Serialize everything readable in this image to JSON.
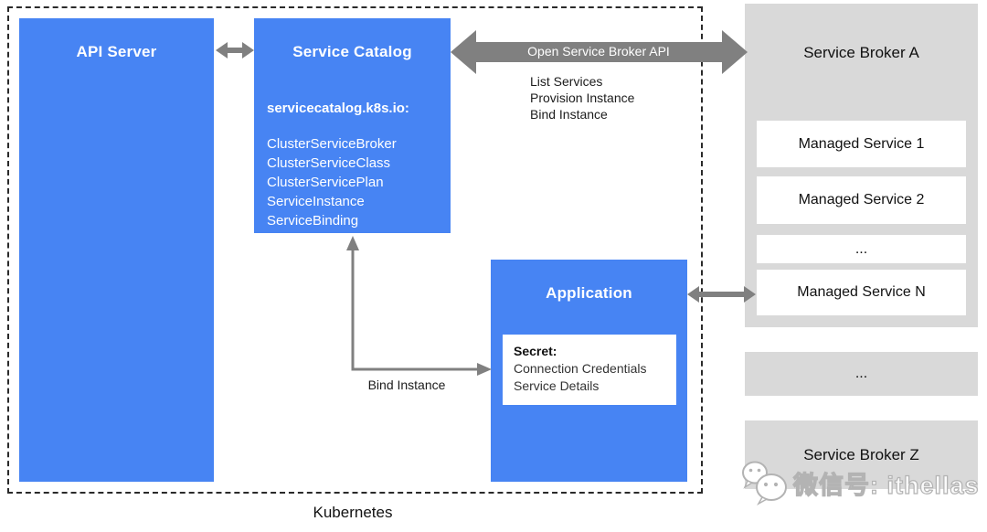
{
  "diagram": {
    "kubernetes_label": "Kubernetes",
    "api_server": {
      "title": "API Server"
    },
    "service_catalog": {
      "title": "Service Catalog",
      "api_group": "servicecatalog.k8s.io:",
      "resources": [
        "ClusterServiceBroker",
        "ClusterServiceClass",
        "ClusterServicePlan",
        "ServiceInstance",
        "ServiceBinding"
      ]
    },
    "application": {
      "title": "Application",
      "secret": {
        "title": "Secret:",
        "lines": [
          "Connection Credentials",
          "Service Details"
        ]
      }
    },
    "osb_arrow": {
      "label": "Open Service Broker API",
      "operations": [
        "List Services",
        "Provision Instance",
        "Bind Instance"
      ]
    },
    "bind_arrow_label": "Bind Instance",
    "broker_a": {
      "title": "Service Broker A",
      "services": [
        "Managed Service 1",
        "Managed Service 2",
        "...",
        "Managed Service N"
      ]
    },
    "broker_ellipsis": "...",
    "broker_z": {
      "title": "Service Broker Z"
    },
    "watermark": {
      "icon": "wechat-icon",
      "text": "微信号: ithellas"
    },
    "colors": {
      "box_blue": "#4784f3",
      "panel_gray": "#d9d9d9",
      "arrow_gray": "#808080",
      "border_dark": "#2a2a2a",
      "white": "#ffffff"
    }
  }
}
